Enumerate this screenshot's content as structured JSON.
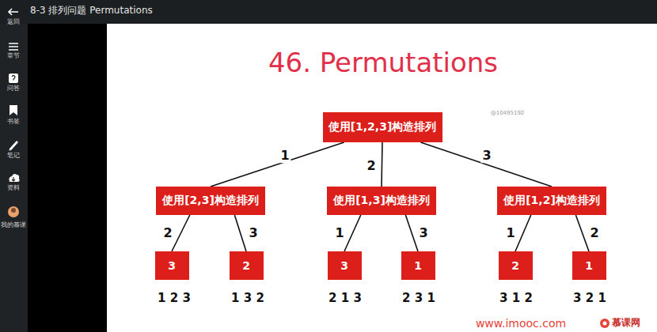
{
  "diagram": {
    "title": "46. Permutations",
    "nodes": [
      {
        "text": [
          "使用[1,2,3]构造排列"
        ]
      },
      {
        "text": [
          "使用[2,3]构造排列"
        ]
      },
      {
        "text": [
          "使用[1,3]构造排列"
        ]
      },
      {
        "text": [
          "使用[1,2]构造排列"
        ]
      },
      {
        "text": [
          "3"
        ]
      },
      {
        "text": [
          "2"
        ]
      },
      {
        "text": [
          "3"
        ]
      },
      {
        "text": [
          "1"
        ]
      },
      {
        "text": [
          "2"
        ]
      },
      {
        "text": [
          "1"
        ]
      }
    ],
    "edges": [
      {
        "from": 0,
        "to": 1,
        "arrow": "none",
        "label": "1"
      },
      {
        "from": 0,
        "to": 2,
        "arrow": "none",
        "label": "2"
      },
      {
        "from": 0,
        "to": 3,
        "arrow": "none",
        "label": "3"
      },
      {
        "from": 1,
        "to": 4,
        "arrow": "none",
        "label": "2"
      },
      {
        "from": 1,
        "to": 5,
        "arrow": "none",
        "label": "3"
      },
      {
        "from": 2,
        "to": 6,
        "arrow": "none",
        "label": "1"
      },
      {
        "from": 2,
        "to": 7,
        "arrow": "none",
        "label": "3"
      },
      {
        "from": 3,
        "to": 8,
        "arrow": "none",
        "label": "1"
      },
      {
        "from": 3,
        "to": 9,
        "arrow": "none",
        "label": "2"
      }
    ],
    "labels": [
      "8-3 排列问题 Permutations",
      "返回",
      "章节",
      "问答",
      "书签",
      "笔记",
      "资料",
      "我的慕课",
      "@10495192",
      "1 2 3",
      "1 3 2",
      "2 1 3",
      "2 3 1",
      "3 1 2",
      "3 2 1",
      "www.imooc.com",
      "慕课网"
    ]
  }
}
